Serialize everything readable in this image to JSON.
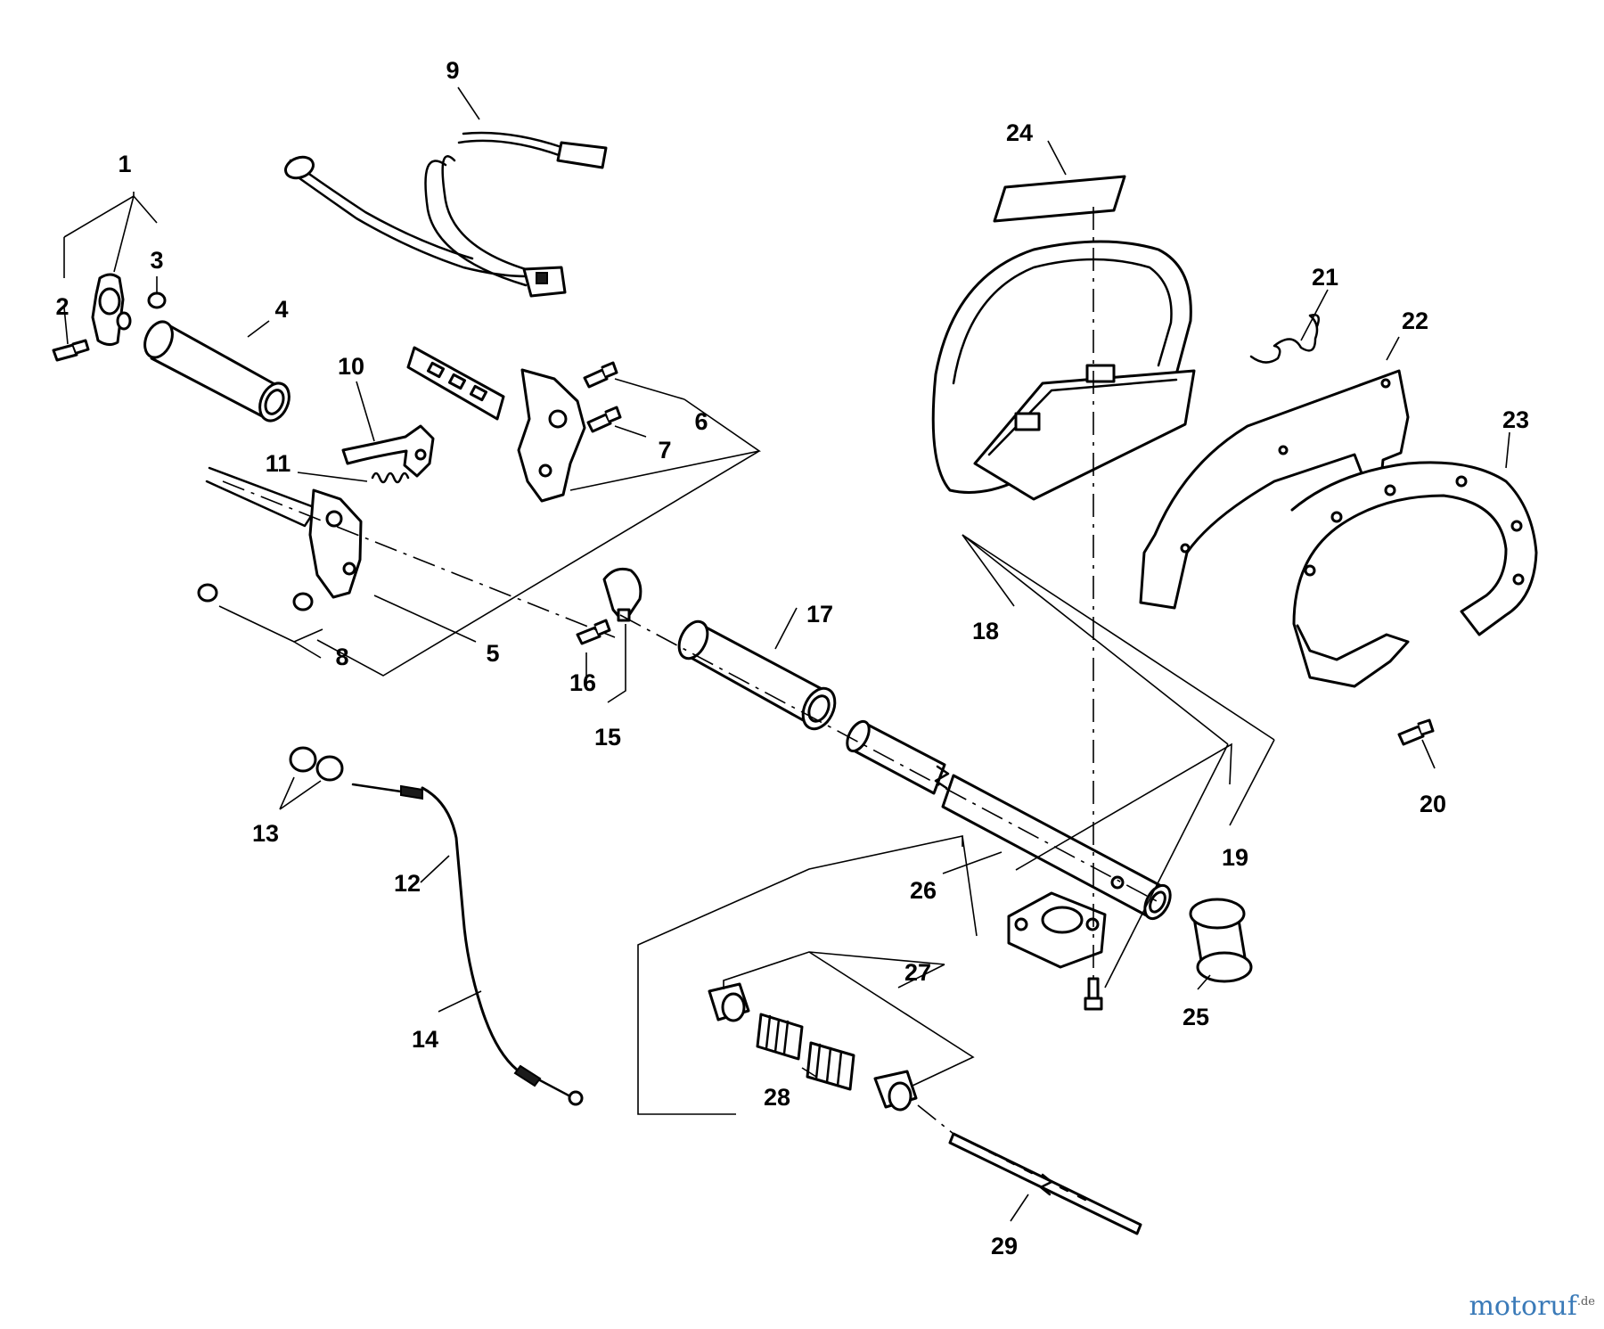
{
  "diagram": {
    "callouts": [
      "1",
      "2",
      "3",
      "4",
      "5",
      "6",
      "7",
      "8",
      "9",
      "10",
      "11",
      "12",
      "13",
      "14",
      "15",
      "16",
      "17",
      "18",
      "19",
      "20",
      "21",
      "22",
      "23",
      "24",
      "25",
      "26",
      "27",
      "28",
      "29"
    ]
  },
  "watermark": {
    "main": "motoruf",
    "suffix": ".de",
    "color": "#3a7ab8"
  },
  "icons": [
    "motoruf-logo"
  ]
}
